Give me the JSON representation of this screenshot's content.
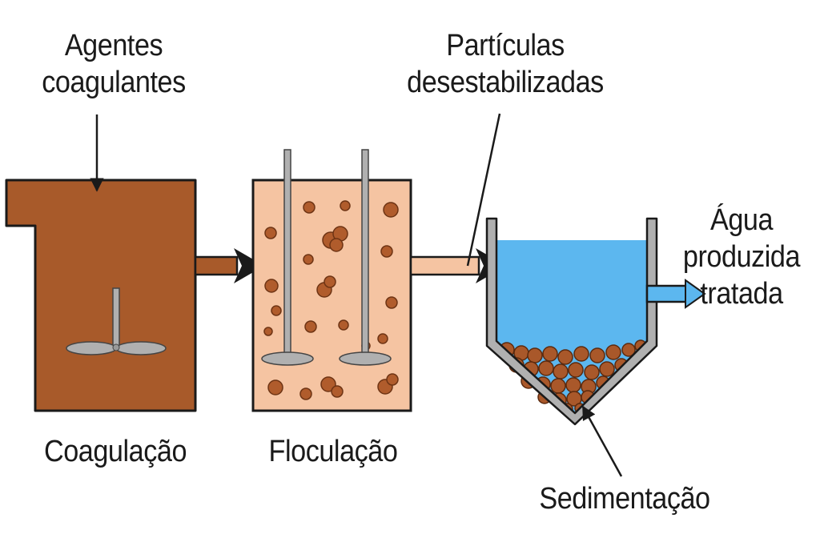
{
  "labels": {
    "coagulant_agents": [
      "Agentes",
      "coagulantes"
    ],
    "destabilized_particles": [
      "Partículas",
      "desestabilizadas"
    ],
    "treated_water": [
      "Água",
      "produzida",
      "tratada"
    ],
    "coagulation": "Coagulação",
    "flocculation": "Floculação",
    "sedimentation": "Sedimentação"
  },
  "colors": {
    "coagulation_tank": "#a85a2a",
    "flocculation_tank": "#f5c4a2",
    "floc_particles": "#b05c2c",
    "water": "#5cb7ef",
    "sediment": "#a9582a",
    "steel": "#b0b0b0",
    "outline": "#1a1a1a"
  }
}
